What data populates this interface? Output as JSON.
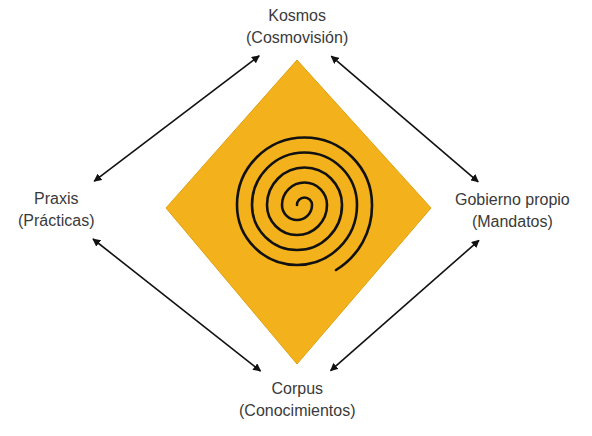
{
  "diagram": {
    "nodes": [
      {
        "text": [
          "Kosmos",
          "(Cosmovisión)"
        ]
      },
      {
        "text": [
          "Praxis",
          "(Prácticas)"
        ]
      },
      {
        "text": [
          "Gobierno propio",
          "(Mandatos)"
        ]
      },
      {
        "text": [
          "Corpus",
          "(Conocimientos)"
        ]
      }
    ],
    "edges": [
      {
        "from": 0,
        "to": 2,
        "arrow": "both"
      },
      {
        "from": 2,
        "to": 3,
        "arrow": "both"
      },
      {
        "from": 3,
        "to": 1,
        "arrow": "both"
      },
      {
        "from": 1,
        "to": 0,
        "arrow": "both"
      }
    ]
  }
}
